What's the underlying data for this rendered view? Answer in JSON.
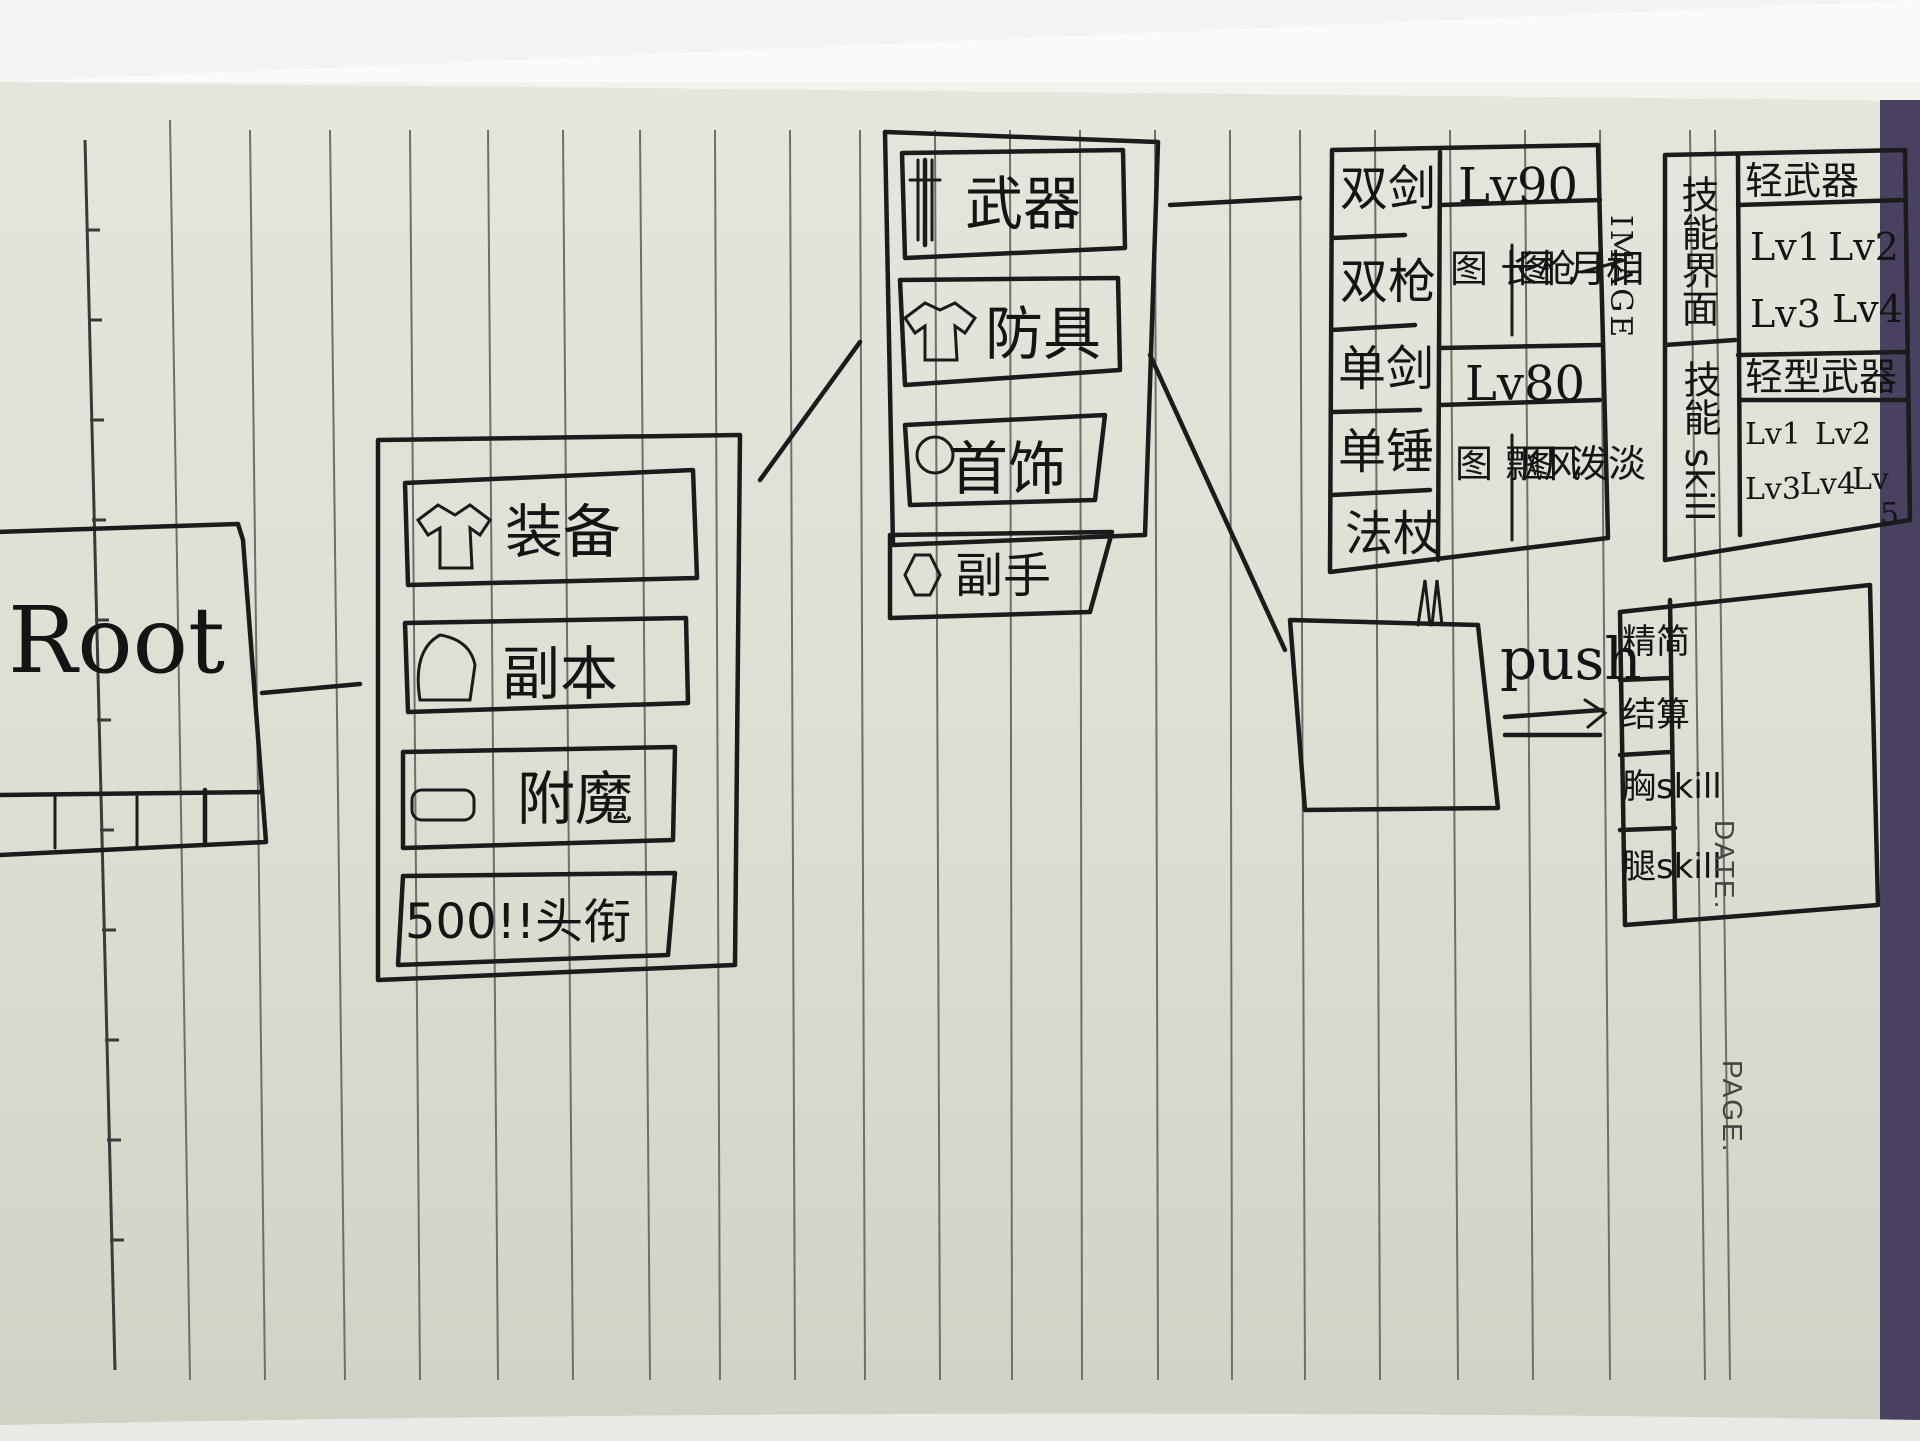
{
  "root": {
    "title": "Root"
  },
  "main_menu": {
    "items": [
      {
        "label": "装备"
      },
      {
        "label": "副本"
      },
      {
        "label": "附魔"
      },
      {
        "label": "500!!头衔"
      }
    ]
  },
  "equip_menu": {
    "items": [
      {
        "label": "武器"
      },
      {
        "label": "防具"
      },
      {
        "label": "首饰"
      },
      {
        "label": "副手"
      }
    ]
  },
  "weapon_grid": {
    "types": [
      "双剑",
      "双枪",
      "单剑",
      "单锤",
      "法杖"
    ],
    "levels": [
      {
        "title": "Lv90",
        "items": [
          "图 长枪",
          "图 月相"
        ]
      },
      {
        "title": "Lv80",
        "items": [
          "图 飘风",
          "图 泼淡"
        ]
      }
    ],
    "image_note": "IMAGE"
  },
  "skill_panel": {
    "left_labels": [
      "技能界面",
      "技能 skill"
    ],
    "groups": [
      {
        "title": "轻武器",
        "levels": [
          "Lv1",
          "Lv2",
          "Lv3",
          "Lv4"
        ]
      },
      {
        "title": "轻型武器",
        "levels": [
          "Lv1",
          "Lv2",
          "Lv3",
          "Lv4",
          "Lv",
          "5"
        ]
      }
    ]
  },
  "flow": {
    "push_label": "push"
  },
  "target_screen": {
    "tabs": [
      "精简",
      "结算",
      "胸skill",
      "腿skill"
    ]
  },
  "page_print": {
    "date": "DATE.",
    "page": "PAGE."
  }
}
